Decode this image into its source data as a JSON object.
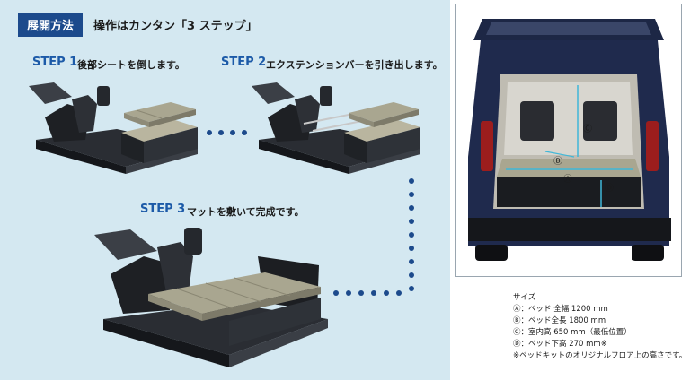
{
  "header": {
    "badge": "展開方法",
    "title": "操作はカンタン「3 ステップ」"
  },
  "steps": [
    {
      "label": "STEP 1",
      "desc": "後部シートを倒します。"
    },
    {
      "label": "STEP 2",
      "desc": "エクステンションバーを引き出します。"
    },
    {
      "label": "STEP 3",
      "desc": "マットを敷いて完成です。"
    }
  ],
  "photo_markers": {
    "a": "Ⓐ",
    "b": "Ⓑ",
    "c": "Ⓒ",
    "d": "Ⓓ"
  },
  "specs": {
    "title": "サイズ",
    "lines": [
      "Ⓐ：ベッド 全幅 1200 mm",
      "Ⓑ：ベッド全長 1800 mm",
      "Ⓒ：室内高 650 mm（最低位置）",
      "Ⓓ：ベッド下高 270 mm※",
      "※ベッドキットのオリジナルフロア上の高さです。"
    ]
  },
  "colors": {
    "panel_bg": "#d4e8f1",
    "badge_bg": "#1c4a8c",
    "step_blue": "#1c5aa8",
    "dots": "#1c4a8c"
  }
}
